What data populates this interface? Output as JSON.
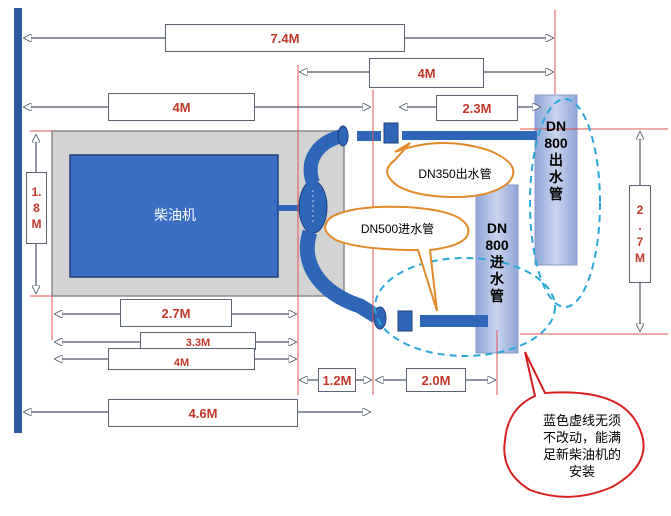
{
  "dimensions": {
    "top_total": "7.4M",
    "inlet_run": "4M",
    "engine_room_width": "4M",
    "outlet_offset": "2.3M",
    "engine_length": "2.7M",
    "room_bottom_hidden": "3.3M",
    "bottom_4m": "4M",
    "gap_1": "1.2M",
    "gap_2": "2.0M",
    "overall_bottom": "4.6M",
    "height_left": [
      "1.",
      "8",
      "M"
    ],
    "height_right": [
      "2",
      ".",
      "7",
      "M"
    ]
  },
  "labels": {
    "engine": "柴油机",
    "outlet_pipe": [
      "DN",
      "800",
      "出",
      "水",
      "管"
    ],
    "inlet_pipe": [
      "DN",
      "800",
      "进",
      "水",
      "管"
    ]
  },
  "callouts": {
    "dn350": "DN350出水管",
    "dn500": "DN500进水管"
  },
  "note": [
    "蓝色虚线无须",
    "不改动，能满",
    "足新柴油机的",
    "安装"
  ],
  "colors": {
    "engine_blue": "#3a6fc4",
    "pipe_blue": "#2e67b8",
    "room_gray": "#d3d3d3",
    "dim_red": "#c0392b",
    "guide_red": "#e05050",
    "dashed_cyan": "#2aa8d8",
    "callout_orange": "#e2892a"
  }
}
